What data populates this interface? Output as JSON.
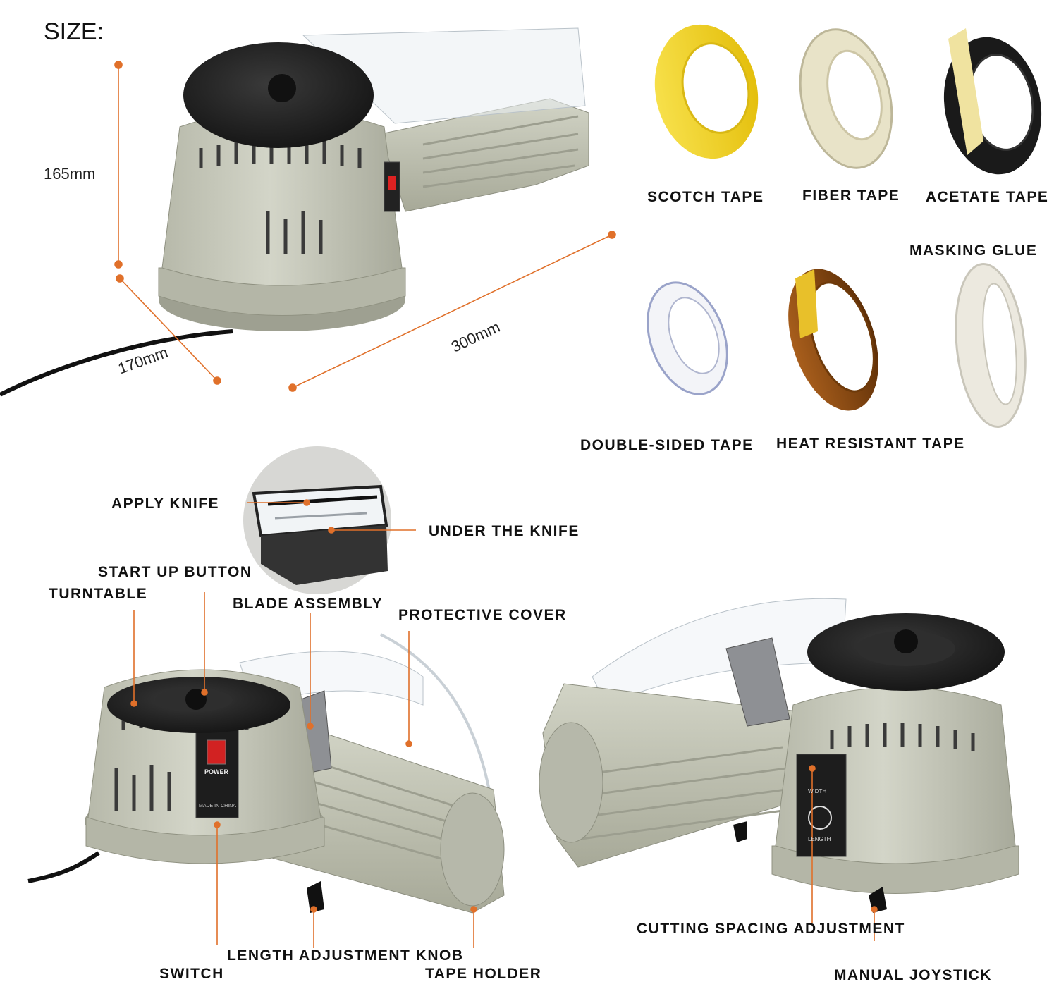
{
  "title": "SIZE:",
  "dimensions": {
    "height": "165mm",
    "depth": "170mm",
    "length": "300mm"
  },
  "tapes": [
    {
      "label": "SCOTCH TAPE",
      "color": "#f4d51c"
    },
    {
      "label": "FIBER TAPE",
      "color": "#ece8cf"
    },
    {
      "label": "ACETATE TAPE",
      "color": "#1a1a1a"
    },
    {
      "label": "MASKING GLUE",
      "color": "#ece9e0"
    },
    {
      "label": "DOUBLE-SIDED TAPE",
      "color": "#f1f1f4"
    },
    {
      "label": "HEAT RESISTANT TAPE",
      "color": "#8a4a12"
    }
  ],
  "parts": {
    "apply_knife": "APPLY KNIFE",
    "under_knife": "UNDER THE KNIFE",
    "start_button": "START UP BUTTON",
    "turntable": "TURNTABLE",
    "blade_assembly": "BLADE ASSEMBLY",
    "protective_cover": "PROTECTIVE COVER",
    "switch": "SWITCH",
    "length_knob": "LENGTH ADJUSTMENT KNOB",
    "tape_holder": "TAPE HOLDER",
    "cutting_spacing": "CUTTING SPACING ADJUSTMENT",
    "manual_joystick": "MANUAL JOYSTICK"
  },
  "panel_text": {
    "power": "POWER",
    "made_in": "MADE IN CHINA",
    "width": "WIDTH",
    "length": "LENGTH"
  },
  "colors": {
    "accent": "#e0702a",
    "body": "#c9cbbd",
    "body_dark": "#a9ab9c",
    "disc": "#222222"
  }
}
